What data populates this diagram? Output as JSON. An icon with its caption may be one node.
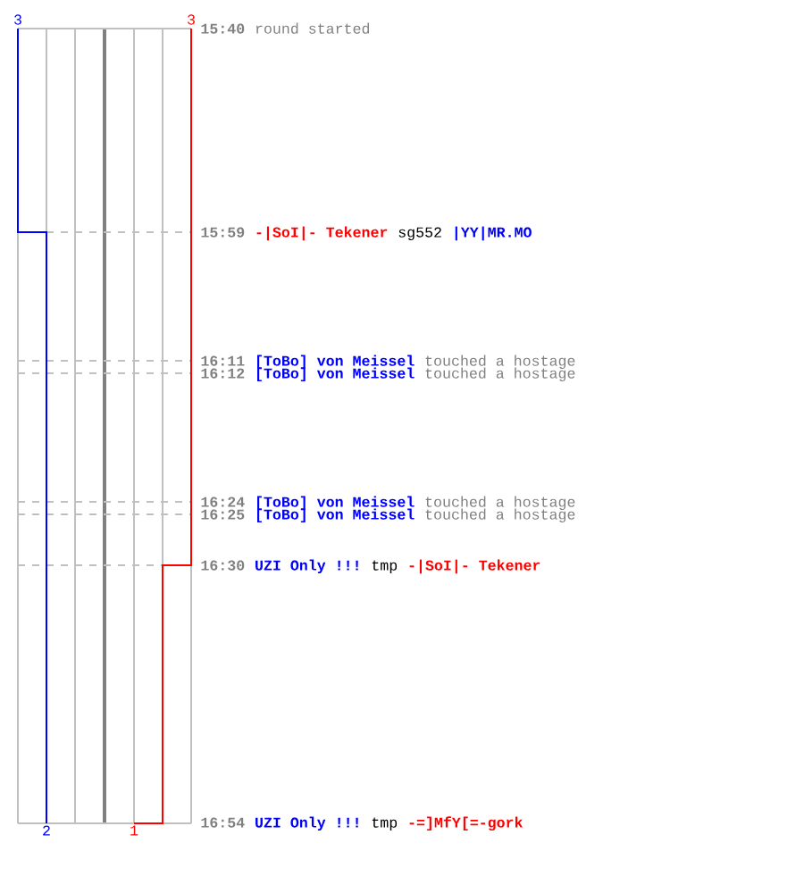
{
  "diagram": {
    "labels": [
      "3",
      "3",
      "15:40",
      "round started",
      "15:59",
      "-|SoI|- Tekener",
      "sg552",
      "|YY|MR.MO",
      "16:11",
      "[ToBo] von Meissel",
      "touched a hostage",
      "16:12",
      "[ToBo] von Meissel",
      "touched a hostage",
      "16:24",
      "[ToBo] von Meissel",
      "touched a hostage",
      "16:25",
      "[ToBo] von Meissel",
      "touched a hostage",
      "16:30",
      "UZI Only !!!",
      "tmp",
      "-|SoI|- Tekener",
      "16:54",
      "UZI Only !!!",
      "tmp",
      "-=]MfY[=-gork",
      "2",
      "1"
    ]
  }
}
